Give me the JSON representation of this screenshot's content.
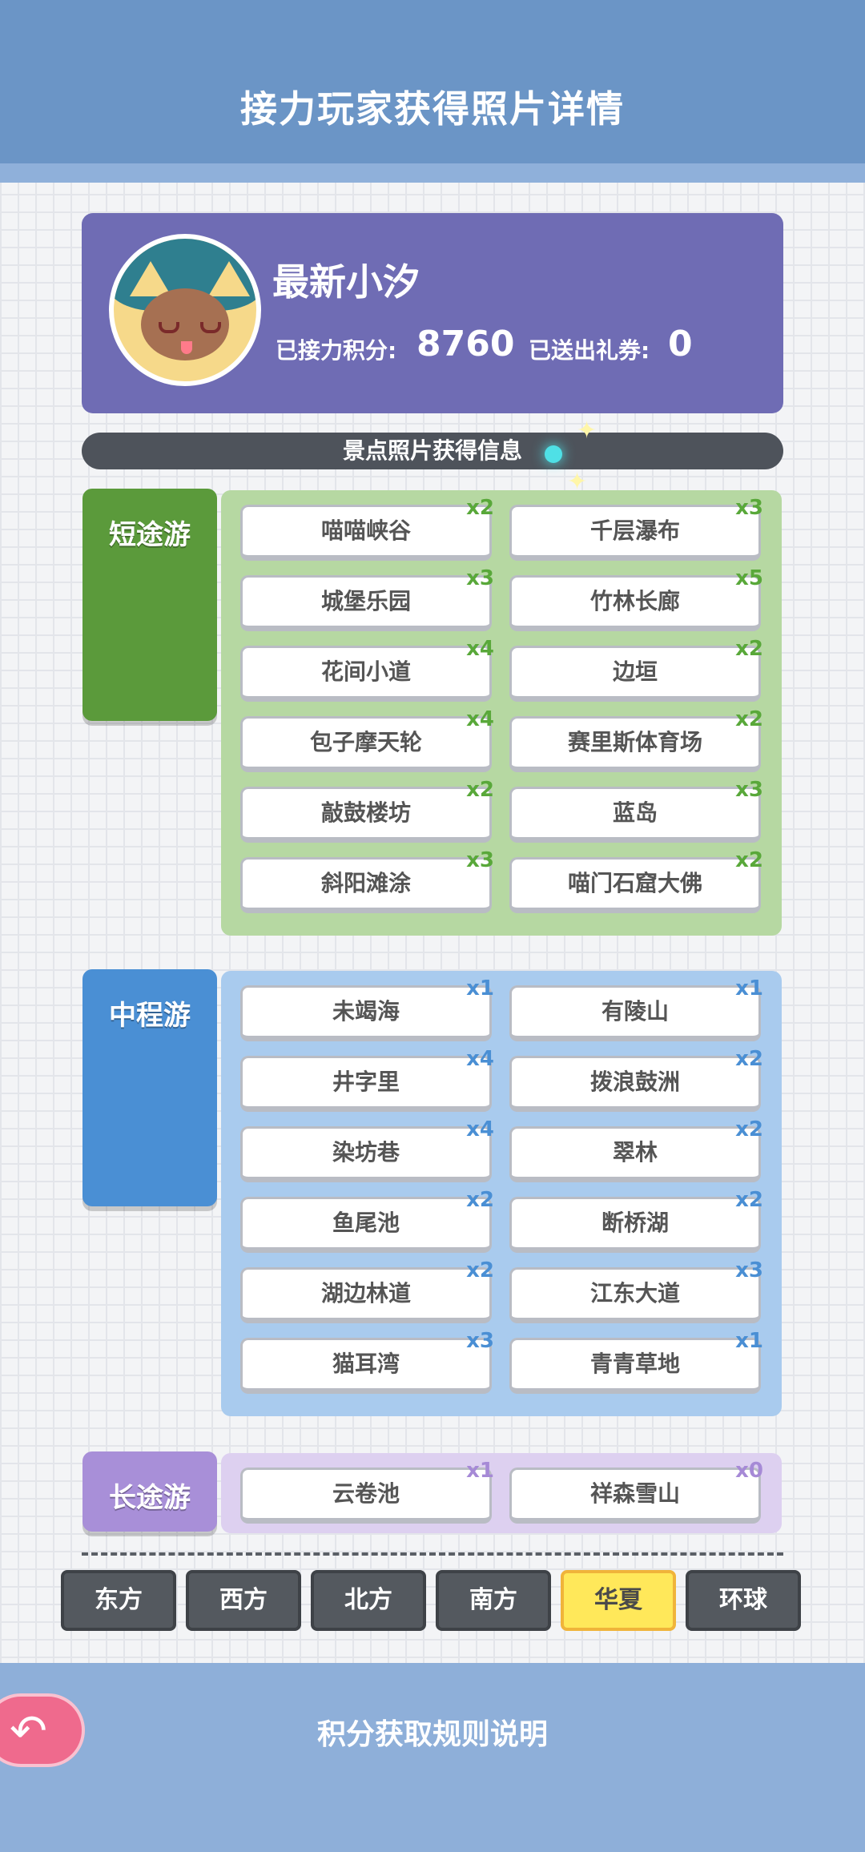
{
  "header": {
    "title": "接力玩家获得照片详情"
  },
  "profile": {
    "username": "最新小汐",
    "points_label": "已接力积分:",
    "points_value": "8760",
    "coupons_label": "已送出礼券:",
    "coupons_value": "0"
  },
  "section": {
    "title": "景点照片获得信息"
  },
  "categories": [
    {
      "label": "短途游",
      "color": "#5b9a3b",
      "panel_color": "#b6d8a2",
      "count_color": "#59a83a",
      "spots": [
        {
          "name": "喵喵峡谷",
          "count": "x2"
        },
        {
          "name": "千层瀑布",
          "count": "x3"
        },
        {
          "name": "城堡乐园",
          "count": "x3"
        },
        {
          "name": "竹林长廊",
          "count": "x5"
        },
        {
          "name": "花间小道",
          "count": "x4"
        },
        {
          "name": "边垣",
          "count": "x2"
        },
        {
          "name": "包子摩天轮",
          "count": "x4"
        },
        {
          "name": "赛里斯体育场",
          "count": "x2"
        },
        {
          "name": "敲鼓楼坊",
          "count": "x2"
        },
        {
          "name": "蓝岛",
          "count": "x3"
        },
        {
          "name": "斜阳滩涂",
          "count": "x3"
        },
        {
          "name": "喵门石窟大佛",
          "count": "x2"
        }
      ]
    },
    {
      "label": "中程游",
      "color": "#4a8fd4",
      "panel_color": "#a9cbee",
      "count_color": "#4a8fd4",
      "spots": [
        {
          "name": "未竭海",
          "count": "x1"
        },
        {
          "name": "有陵山",
          "count": "x1"
        },
        {
          "name": "井字里",
          "count": "x4"
        },
        {
          "name": "拨浪鼓洲",
          "count": "x2"
        },
        {
          "name": "染坊巷",
          "count": "x4"
        },
        {
          "name": "翠林",
          "count": "x2"
        },
        {
          "name": "鱼尾池",
          "count": "x2"
        },
        {
          "name": "断桥湖",
          "count": "x2"
        },
        {
          "name": "湖边林道",
          "count": "x2"
        },
        {
          "name": "江东大道",
          "count": "x3"
        },
        {
          "name": "猫耳湾",
          "count": "x3"
        },
        {
          "name": "青青草地",
          "count": "x1"
        }
      ]
    },
    {
      "label": "长途游",
      "color": "#a88fd8",
      "panel_color": "#ddd0f0",
      "count_color": "#a68ad6",
      "spots": [
        {
          "name": "云卷池",
          "count": "x1"
        },
        {
          "name": "祥森雪山",
          "count": "x0"
        }
      ]
    }
  ],
  "region_tabs": [
    {
      "label": "东方",
      "active": false
    },
    {
      "label": "西方",
      "active": false
    },
    {
      "label": "北方",
      "active": false
    },
    {
      "label": "南方",
      "active": false
    },
    {
      "label": "华夏",
      "active": true
    },
    {
      "label": "环球",
      "active": false
    }
  ],
  "footer": {
    "rules_label": "积分获取规则说明",
    "back_icon": "back-arrow-icon"
  }
}
